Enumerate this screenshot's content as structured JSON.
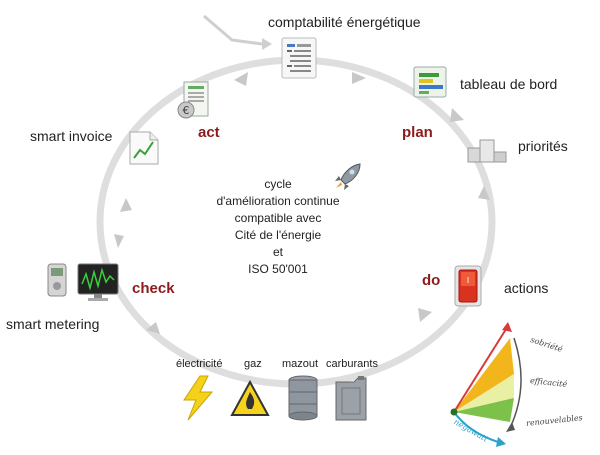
{
  "top_label": "comptabilité énergétique",
  "labels": {
    "dashboard": "tableau de bord",
    "priorities": "priorités",
    "actions": "actions",
    "smart_metering": "smart metering",
    "smart_invoice": "smart invoice"
  },
  "pdca": {
    "plan": "plan",
    "do": "do",
    "check": "check",
    "act": "act"
  },
  "center_text": [
    "cycle",
    "d'amélioration continue",
    "compatible avec",
    "Cité de l'énergie",
    "et",
    "ISO 50'001"
  ],
  "energy_sources": {
    "electricity": "électricité",
    "gas": "gaz",
    "fuel_oil": "mazout",
    "fuels": "carburants"
  },
  "triangle": {
    "sobriety": "sobriété",
    "efficiency": "efficacité",
    "renewables": "renouvelables",
    "negawatt": "négawatt"
  },
  "colors": {
    "pdca_text": "#8c1c1c",
    "ring": "#dcdcdc",
    "arrow": "#c9c9c9",
    "sobriety": "#f2b51c",
    "efficiency": "#e8ec9a",
    "renewables": "#7cc24a",
    "negawatt_arrow": "#2aa3c9",
    "triangle_axis": "#d93a3a"
  }
}
